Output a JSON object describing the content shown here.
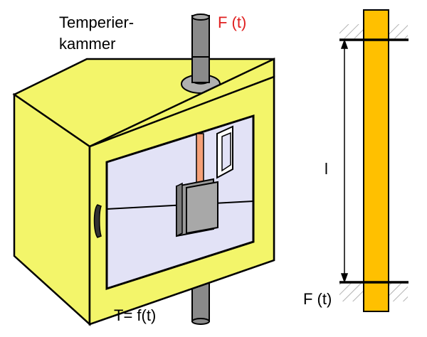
{
  "labels": {
    "chamber_line1": "Temperier-",
    "chamber_line2": "kammer",
    "force_top": "F (t)",
    "force_bottom": "F (t)",
    "temperature": "T= f(t)",
    "length": "l"
  },
  "colors": {
    "chamber_yellow": "#f3f56a",
    "window_lavender": "#e2e2f6",
    "rod_grey": "#8a8a8a",
    "specimen_orange": "#ffc000",
    "force_red": "#e02020",
    "outline": "#000000"
  }
}
